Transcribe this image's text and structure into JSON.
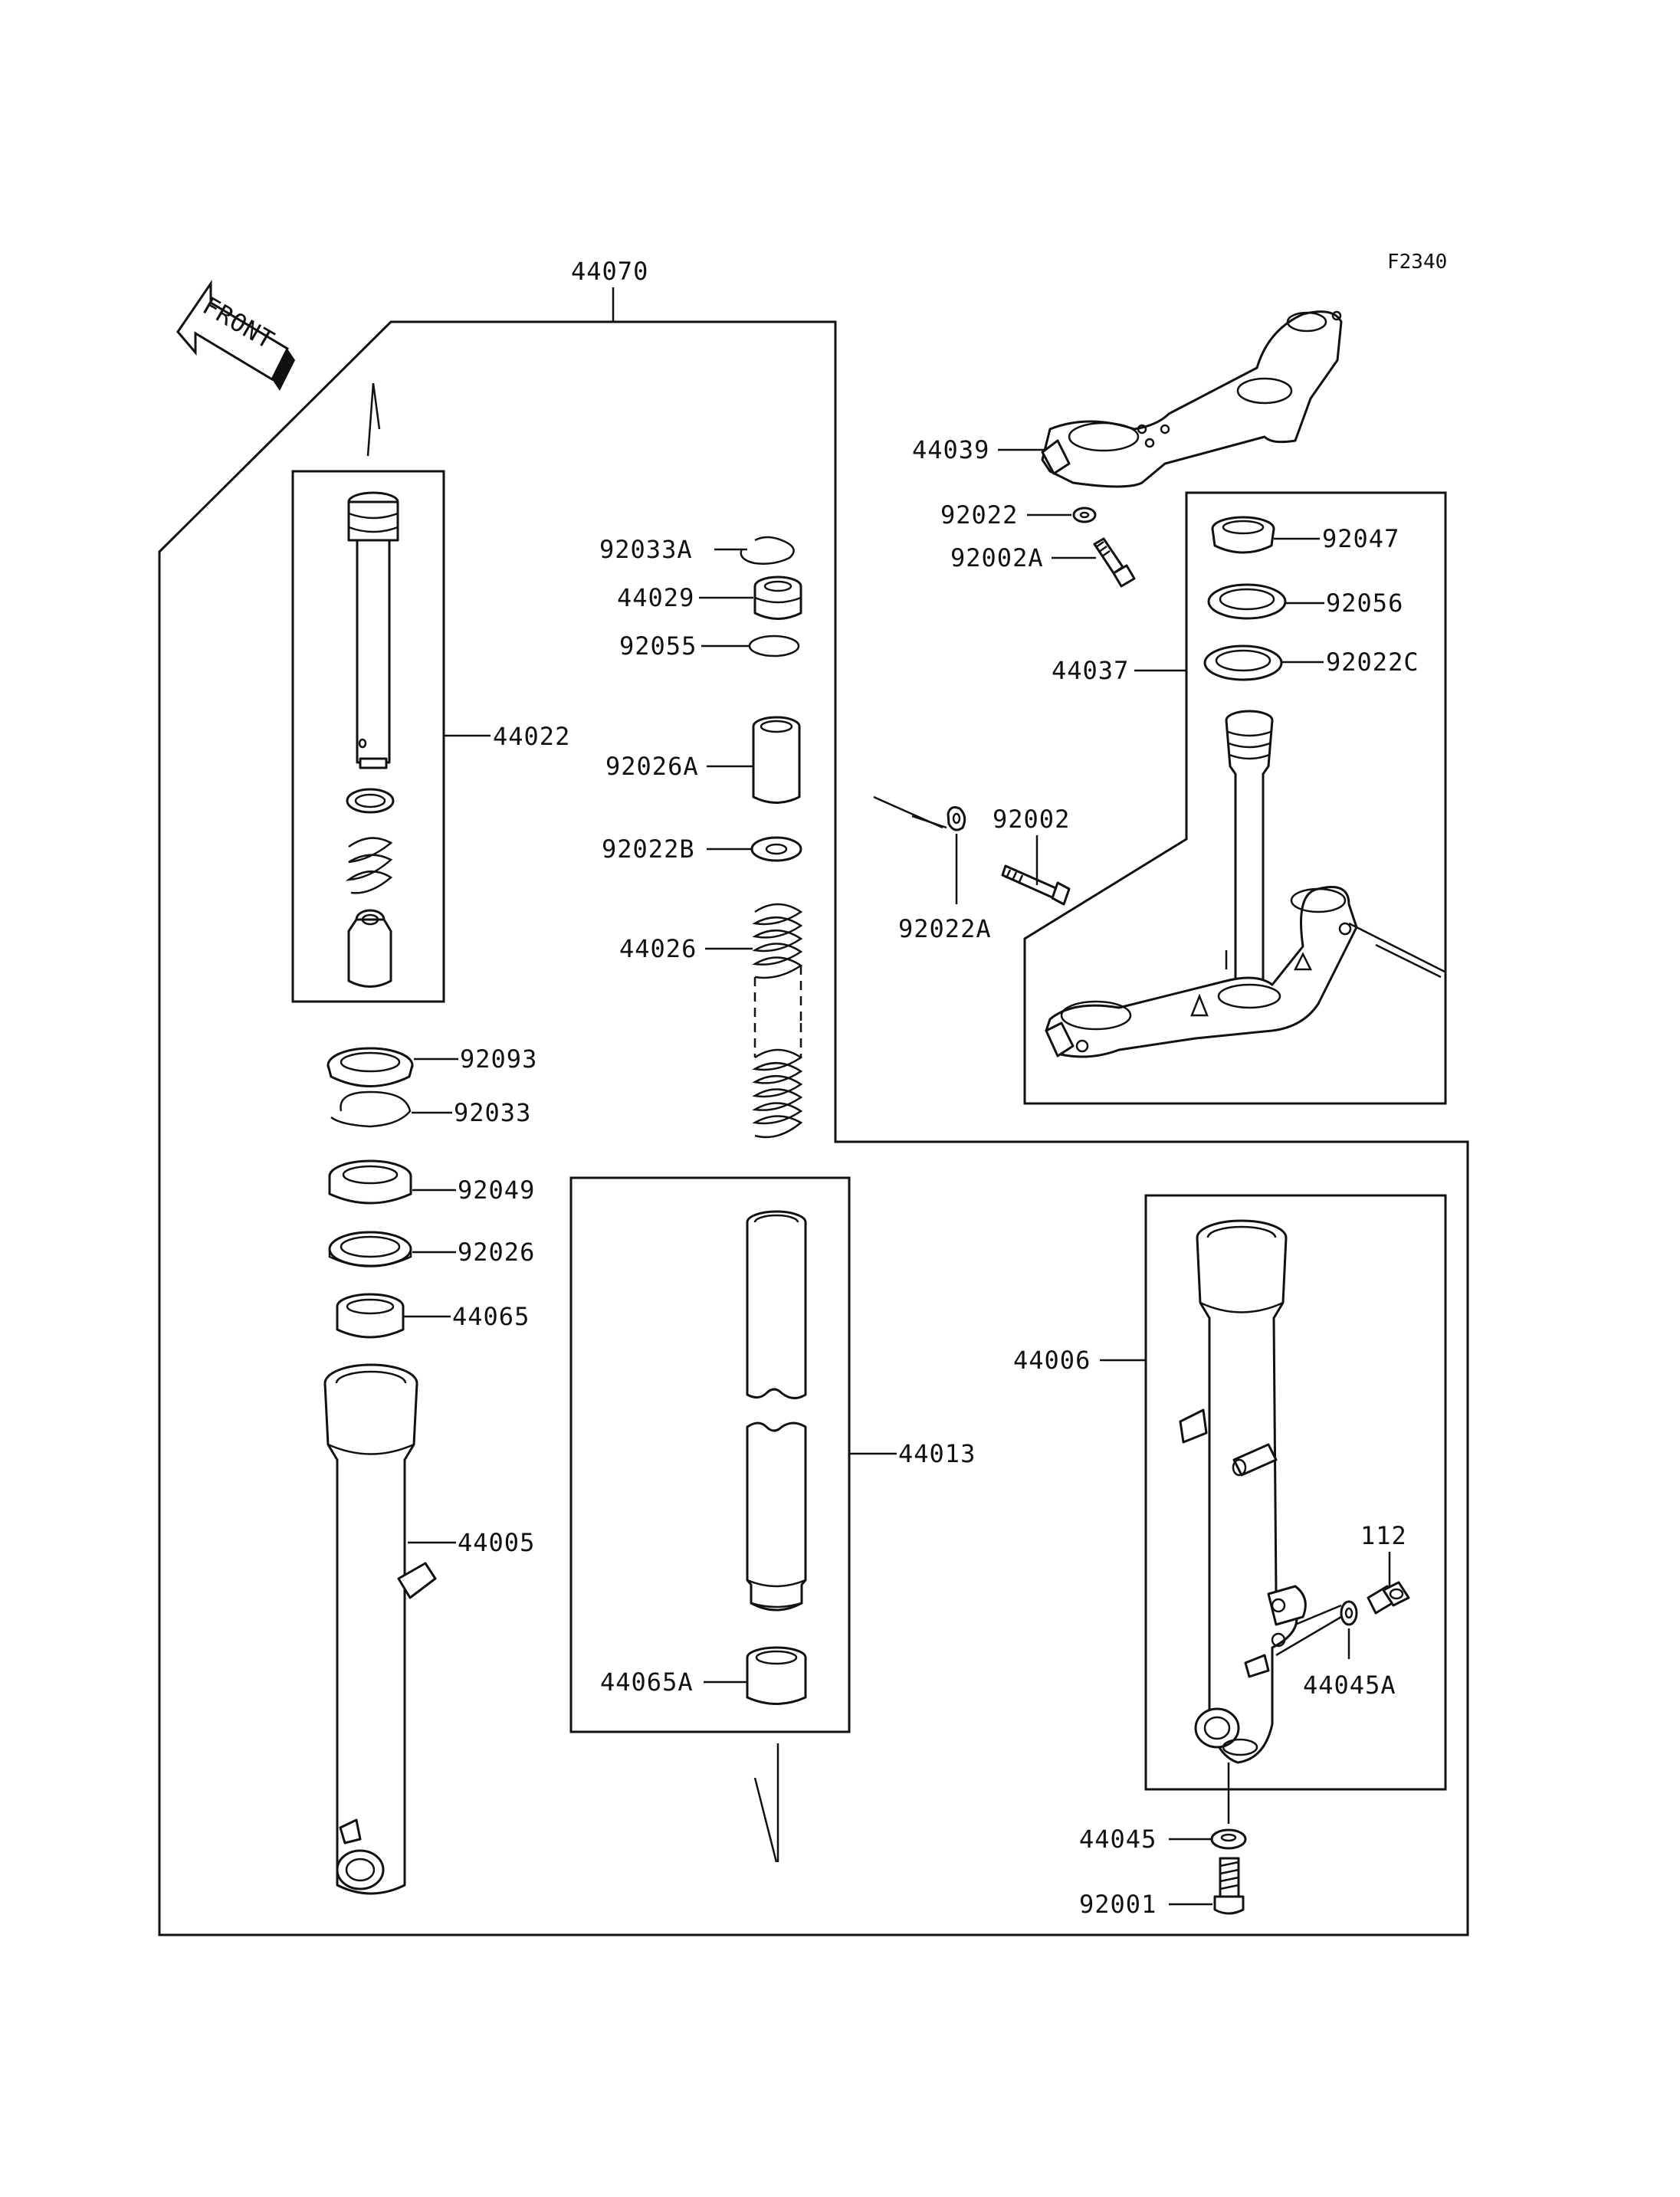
{
  "diagram_code": "F2340",
  "front_label": "FRONT",
  "parts": {
    "p44070": "44070",
    "p44039": "44039",
    "p92022": "92022",
    "p92002A": "92002A",
    "p92047": "92047",
    "p92056": "92056",
    "p44037": "44037",
    "p92022C": "92022C",
    "p92033A": "92033A",
    "p44029": "44029",
    "p92055": "92055",
    "p44022": "44022",
    "p92026A": "92026A",
    "p92002": "92002",
    "p92022B": "92022B",
    "p92022A": "92022A",
    "p44026": "44026",
    "p92093": "92093",
    "p92033": "92033",
    "p92049": "92049",
    "p92026": "92026",
    "p44065": "44065",
    "p44006": "44006",
    "p44013": "44013",
    "p44005": "44005",
    "p112": "112",
    "p44045A": "44045A",
    "p44065A": "44065A",
    "p44045": "44045",
    "p92001": "92001"
  }
}
